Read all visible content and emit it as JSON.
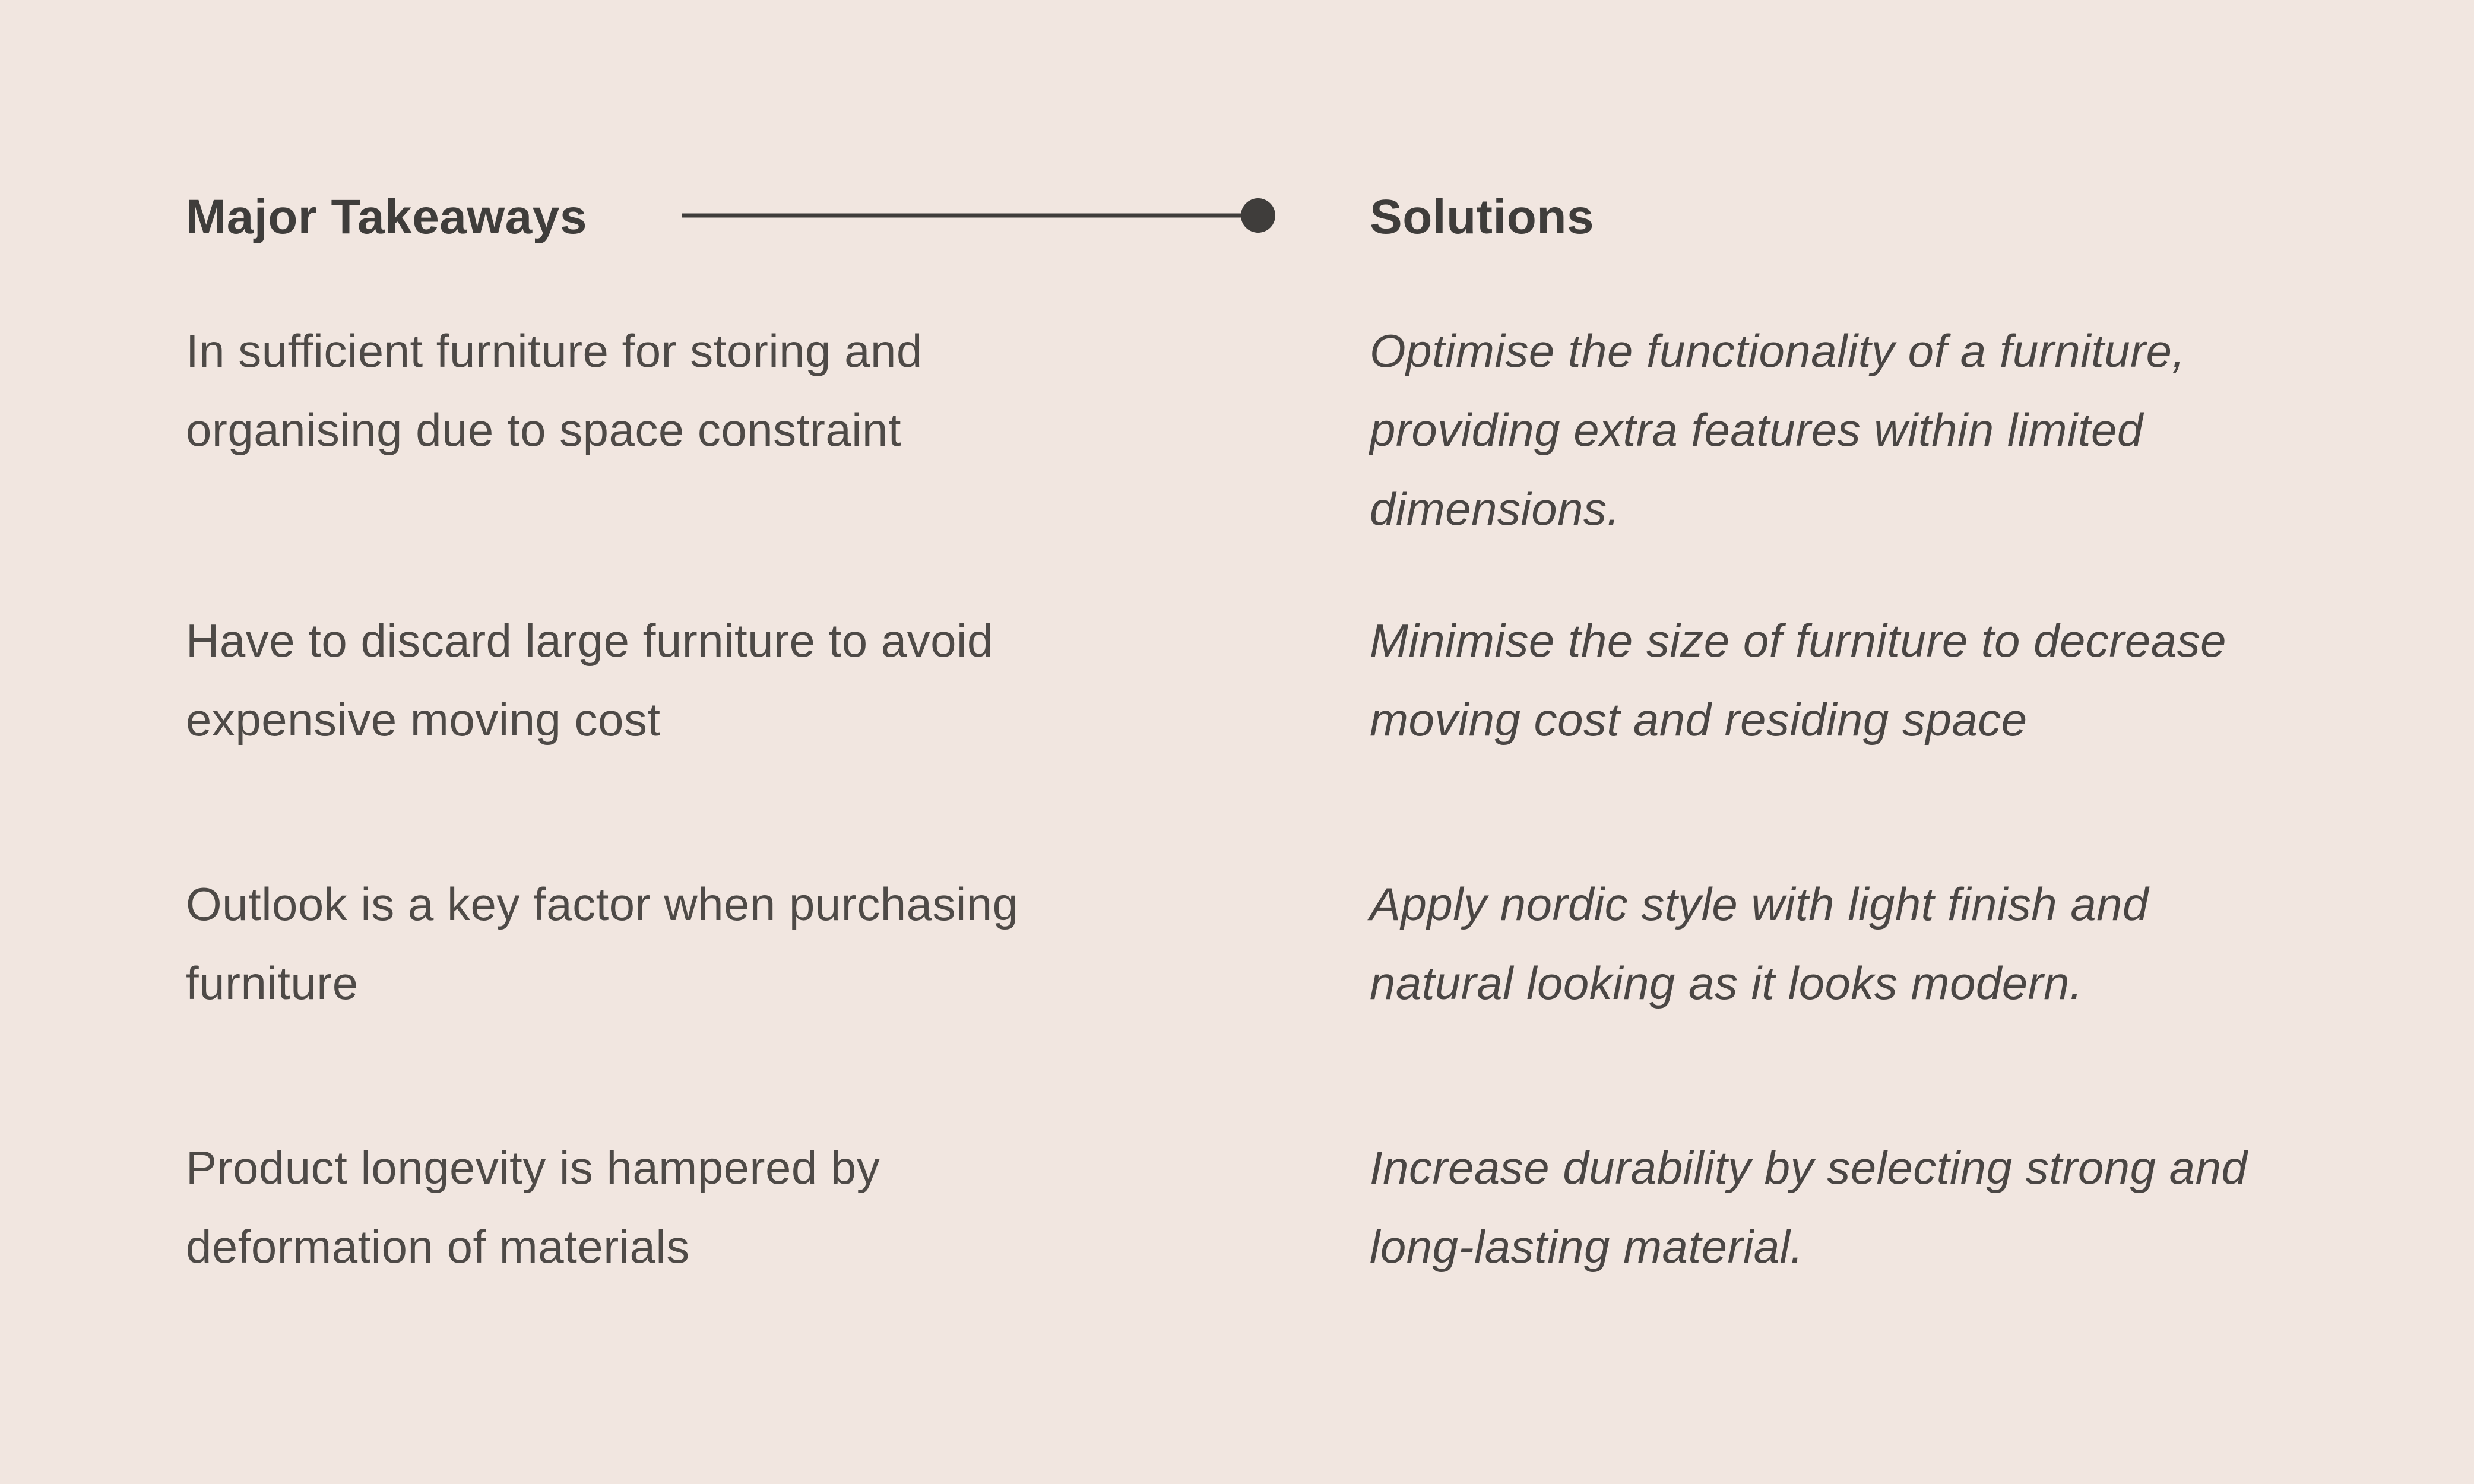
{
  "headings": {
    "left": "Major Takeaways",
    "right": "Solutions"
  },
  "rows": [
    {
      "takeaway": [
        "In sufficient furniture for storing and",
        "organising due to space constraint"
      ],
      "solution": [
        "Optimise the functionality of a furniture,",
        "providing extra features within limited",
        "dimensions."
      ]
    },
    {
      "takeaway": [
        "Have to discard large furniture to avoid",
        "expensive moving cost"
      ],
      "solution": [
        "Minimise the size of furniture to decrease",
        "moving cost and residing space"
      ]
    },
    {
      "takeaway": [
        "Outlook is a key factor when purchasing",
        "furniture"
      ],
      "solution": [
        "Apply nordic style with light finish and",
        "natural looking as it looks modern."
      ]
    },
    {
      "takeaway": [
        "Product longevity is hampered by",
        "deformation of materials"
      ],
      "solution": [
        "Increase durability by selecting strong and",
        "long-lasting material."
      ]
    }
  ],
  "colors": {
    "background": "#f1e6e0",
    "heading": "#3f3d3b",
    "text": "#4e4a47",
    "connector": "#3f3d3b"
  }
}
